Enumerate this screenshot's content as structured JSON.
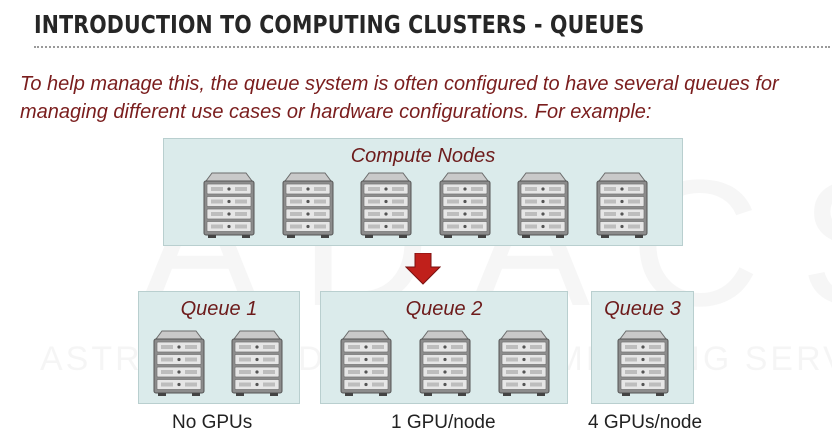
{
  "slide": {
    "title": "INTRODUCTION TO COMPUTING CLUSTERS - QUEUES",
    "intro": "To help manage this, the queue system is often configured to have several queues for managing different use cases or hardware configurations.  For example:",
    "watermark": {
      "big": "ADACS",
      "small": "ASTRONOMY DATA AND COMPUTING SERVICES"
    }
  },
  "diagram": {
    "compute_nodes": {
      "label": "Compute Nodes",
      "server_count": 6
    },
    "arrow_icon": "down-arrow-icon",
    "queues": [
      {
        "label": "Queue 1",
        "server_count": 2,
        "caption": "No GPUs"
      },
      {
        "label": "Queue 2",
        "server_count": 3,
        "caption": "1 GPU/node"
      },
      {
        "label": "Queue 3",
        "server_count": 1,
        "caption": "4 GPUs/node"
      }
    ]
  },
  "colors": {
    "box_fill": "#dbebeb",
    "box_label": "#6d1b1b",
    "intro_text": "#7a1d1d",
    "arrow": "#c0201b"
  }
}
